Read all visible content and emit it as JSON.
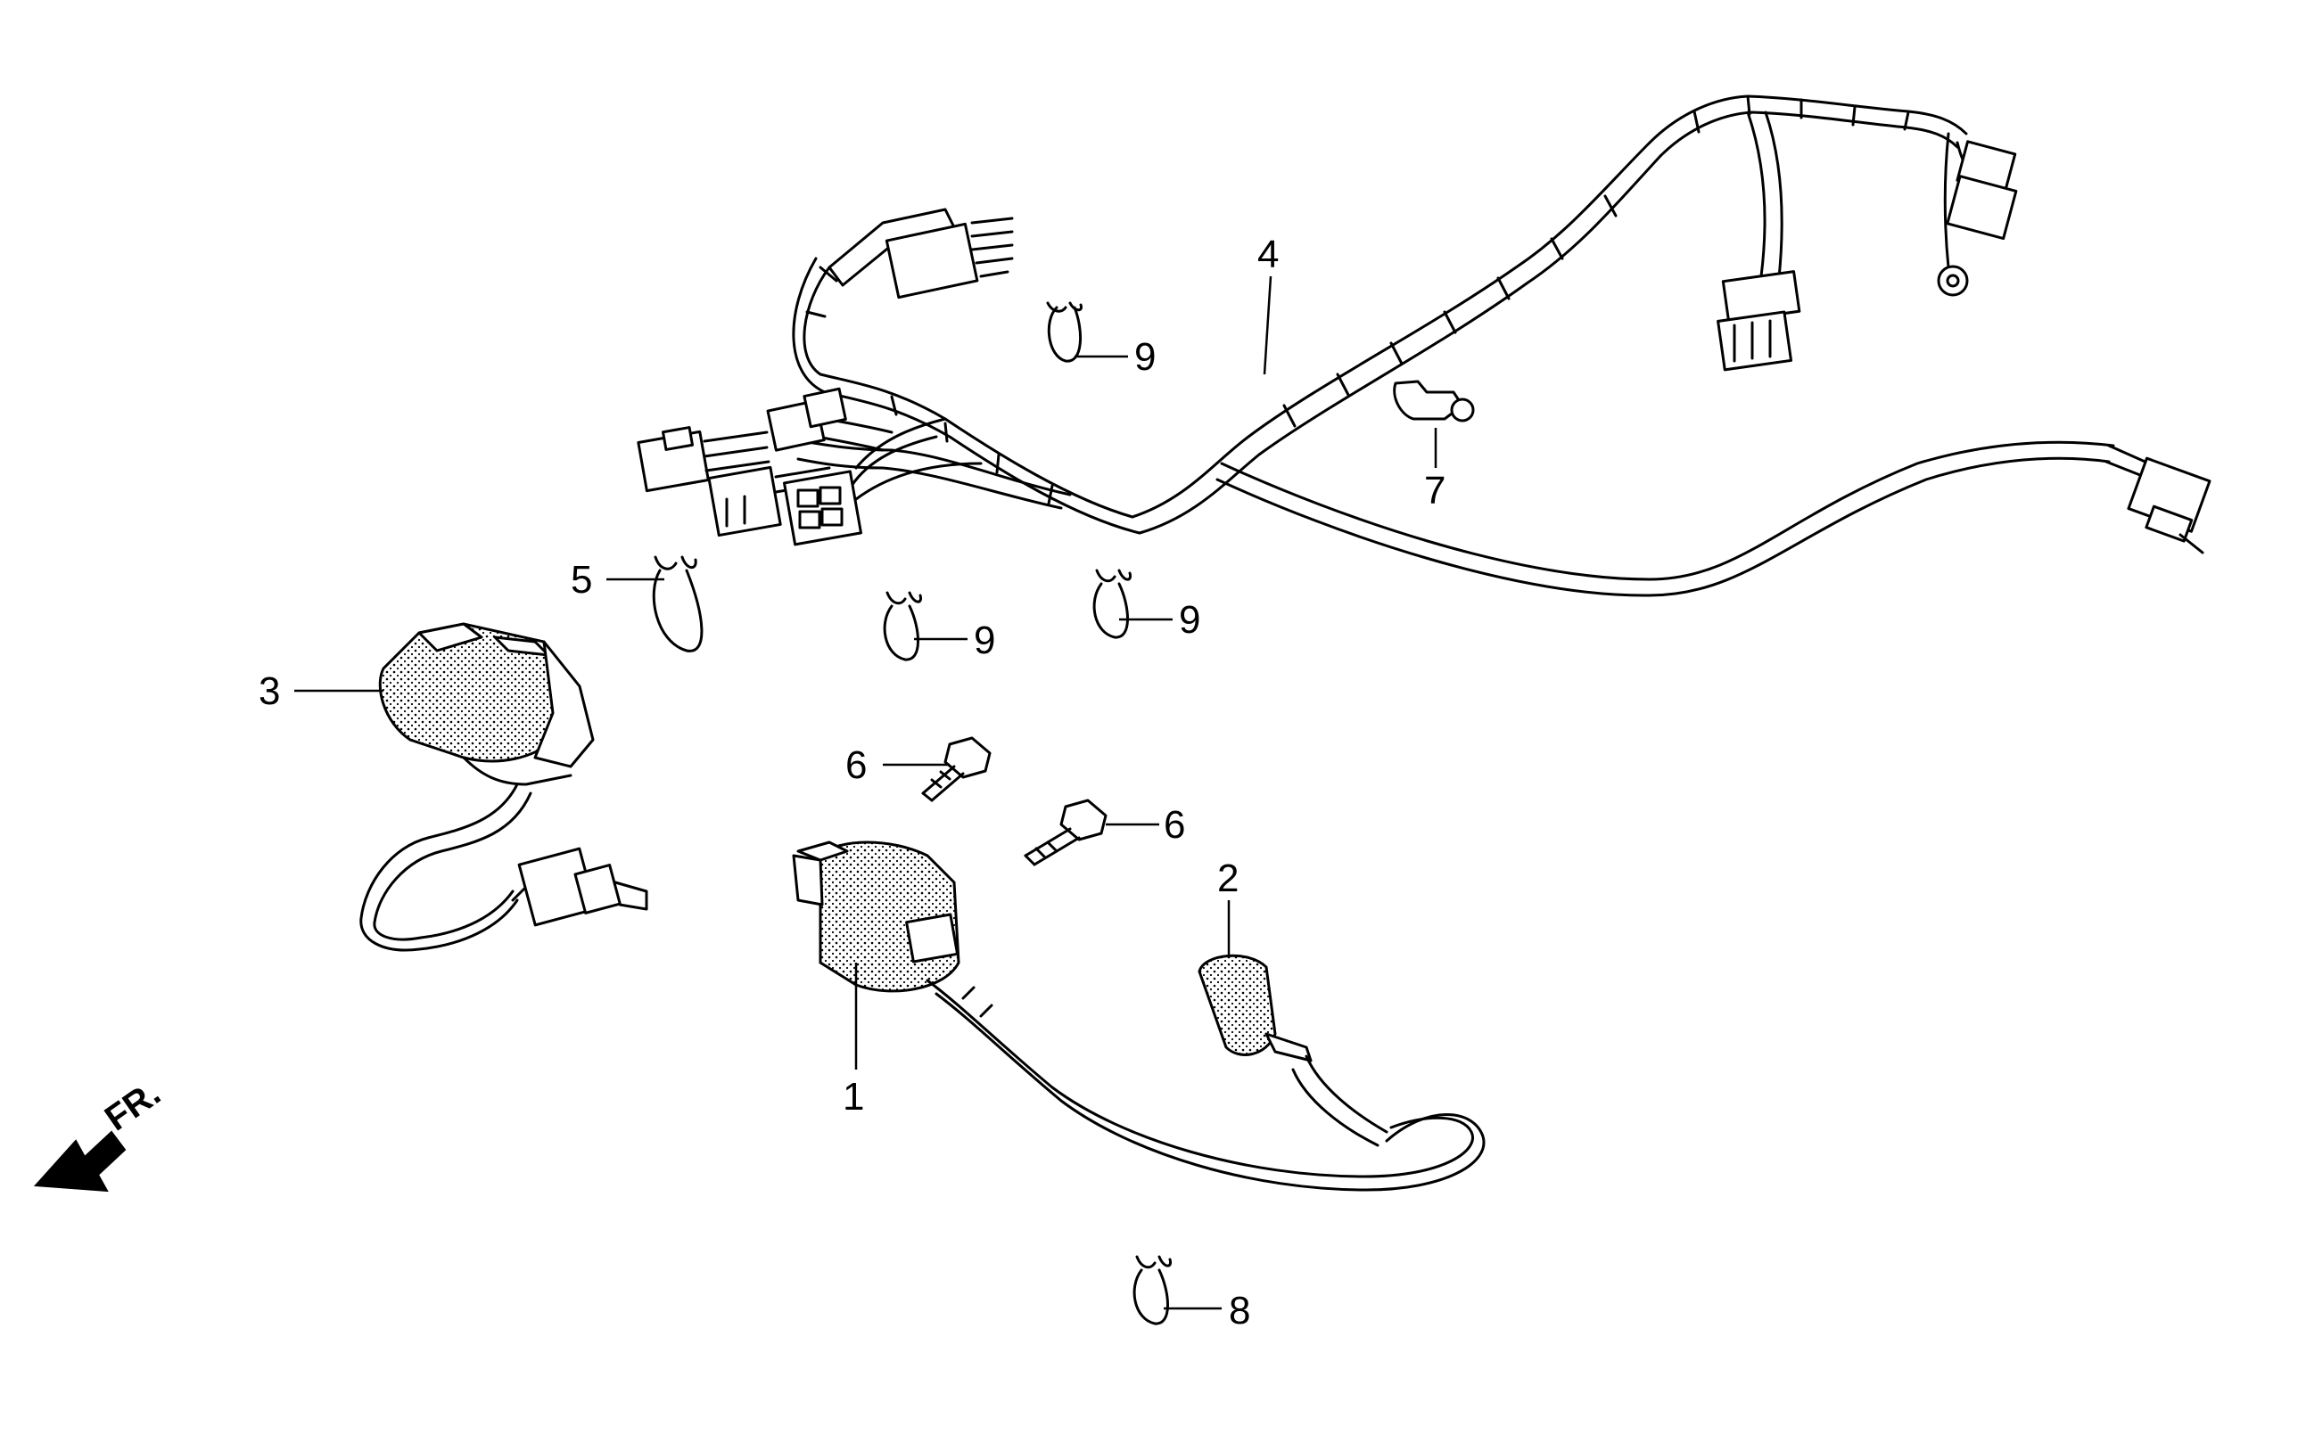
{
  "direction_label": "FR.",
  "callouts": {
    "c1": "1",
    "c2": "2",
    "c3": "3",
    "c4": "4",
    "c5": "5",
    "c6a": "6",
    "c6b": "6",
    "c7": "7",
    "c8": "8",
    "c9a": "9",
    "c9b": "9",
    "c9c": "9"
  }
}
